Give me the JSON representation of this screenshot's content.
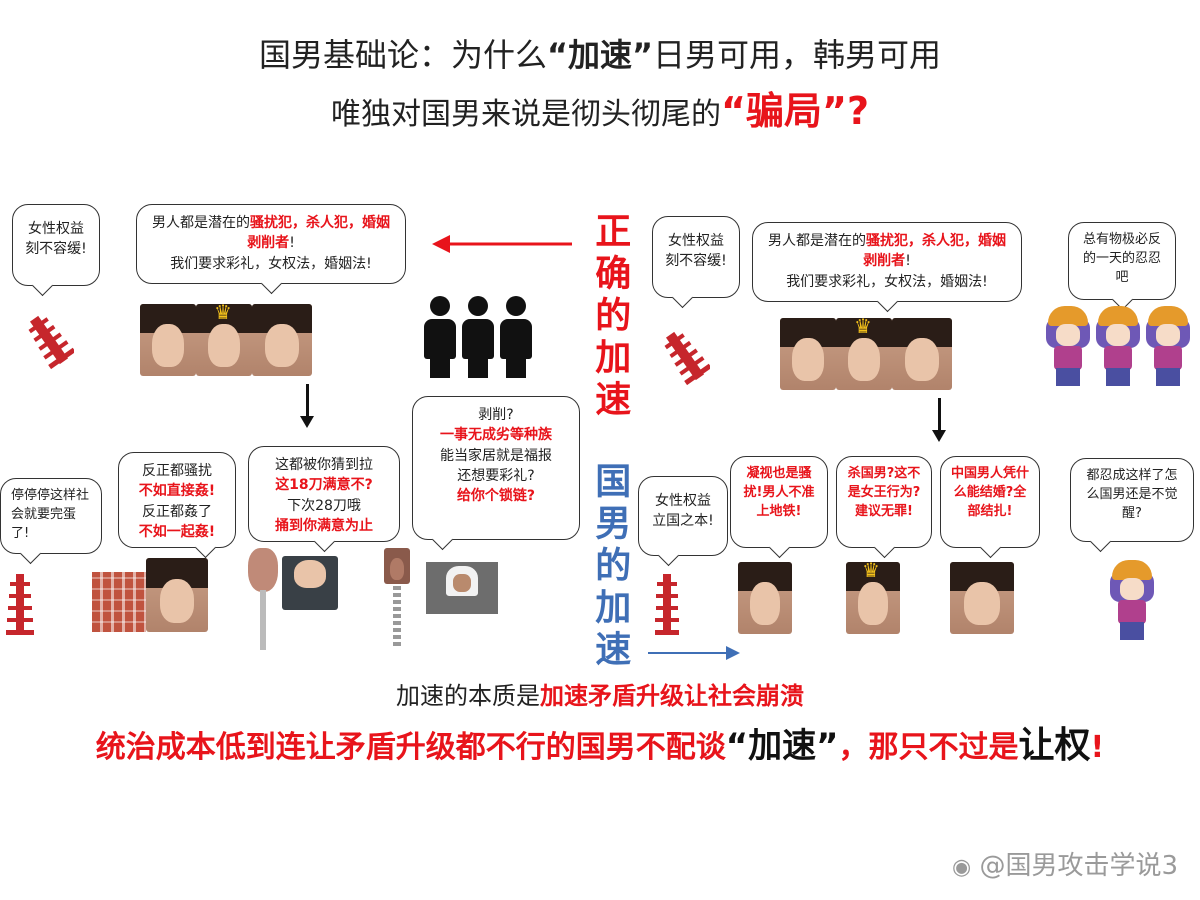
{
  "title": {
    "line1_a": "国男基础论：为什么",
    "line1_quote": "“加速”",
    "line1_b": "日男可用，韩男可用",
    "line2_a": "唯独对国男来说是彻头彻尾的",
    "line2_red": "“骗局”?"
  },
  "vertical": {
    "correct": "正确的加速",
    "guonan": "国男的加速"
  },
  "left": {
    "bubble_rights": "女性权益刻不容缓!",
    "bubble_main_a": "男人都是潜在的",
    "bubble_main_red": "骚扰犯，杀人犯，婚姻剥削者",
    "bubble_main_b": "!",
    "bubble_main_c": "我们要求彩礼，女权法，婚姻法!",
    "bubble_stop": "停停停这样社会就要完蛋了!",
    "bubble_harass_a": "反正都骚扰",
    "bubble_harass_red1": "不如直接姦!",
    "bubble_harass_b": "反正都姦了",
    "bubble_harass_red2": "不如一起姦!",
    "bubble_guess_a": "这都被你猜到拉",
    "bubble_guess_red1": "这18刀满意不?",
    "bubble_guess_b": "下次28刀哦",
    "bubble_guess_red2": "捅到你满意为止",
    "bubble_exploit_a": "剥削?",
    "bubble_exploit_red1": "一事无成劣等种族",
    "bubble_exploit_b": "能当家居就是福报",
    "bubble_exploit_c": "还想要彩礼?",
    "bubble_exploit_red2": "给你个锁链?"
  },
  "right": {
    "bubble_rights": "女性权益刻不容缓!",
    "bubble_main_a": "男人都是潜在的",
    "bubble_main_red": "骚扰犯，杀人犯，婚姻剥削者",
    "bubble_main_b": "!",
    "bubble_main_c": "我们要求彩礼，女权法，婚姻法!",
    "bubble_endure": "总有物极必反的一天的忍忍吧",
    "bubble_found": "女性权益立国之本!",
    "bubble_stare": "凝视也是骚扰!男人不准上地铁!",
    "bubble_kill": "杀国男?这不是女王行为?建议无罪!",
    "bubble_marry": "中国男人凭什么能结婚?全部结扎!",
    "bubble_wake": "都忍成这样了怎么国男还是不觉醒?"
  },
  "bottom": {
    "line1_a": "加速的本质是",
    "line1_red": "加速矛盾升级让社会崩溃",
    "line2_red": "统治成本低到连让矛盾升级都不行的国男不配谈",
    "line2_quote": "“加速”",
    "line2_red2": "，那只不过是",
    "line2_black": "让权",
    "line2_end": "!"
  },
  "watermark": "@国男攻击学说3",
  "colors": {
    "red": "#e8141b",
    "blue": "#3f6fb6"
  }
}
